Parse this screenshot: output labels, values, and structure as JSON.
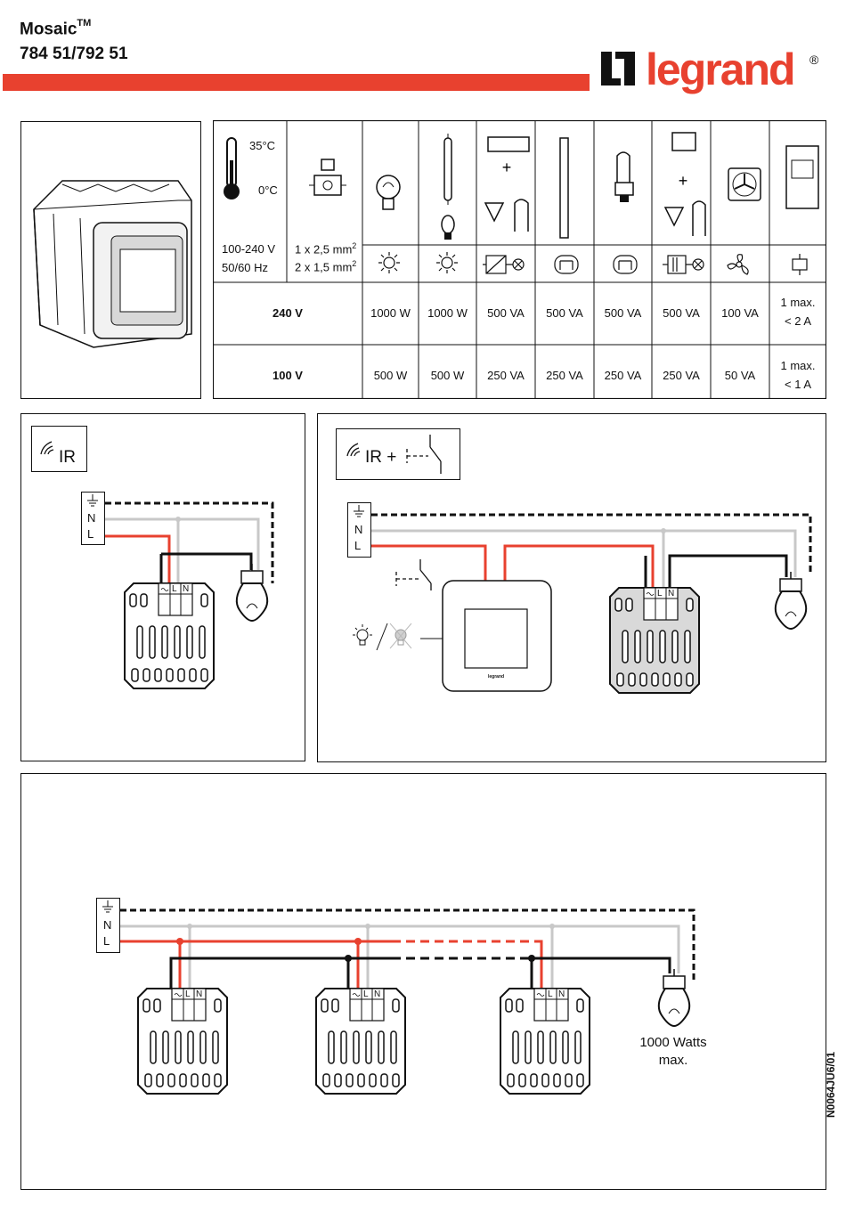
{
  "header": {
    "brand_line": "Mosaic",
    "tm": "TM",
    "product_refs": "784 51/792 51",
    "logo_text": "legrand",
    "registered": "®",
    "accent_color": "#e8412f"
  },
  "spec_table": {
    "temp_high": "35°C",
    "temp_low": "0°C",
    "voltage": "100-240 V",
    "frequency": "50/60 Hz",
    "wire1": "1 x 2,5 mm",
    "wire2": "2 x 1,5 mm",
    "sq": "2",
    "rows": [
      {
        "label": "240 V",
        "values": [
          "1000 W",
          "1000 W",
          "500 VA",
          "500 VA",
          "500 VA",
          "500 VA",
          "100 VA"
        ],
        "last1": "1 max.",
        "last2": "< 2 A"
      },
      {
        "label": "100 V",
        "values": [
          "500 W",
          "500 W",
          "250 VA",
          "250 VA",
          "250 VA",
          "250 VA",
          "50 VA"
        ],
        "last1": "1 max.",
        "last2": "< 1 A"
      }
    ]
  },
  "diagram1": {
    "title": "IR",
    "wires": [
      "N",
      "L"
    ]
  },
  "diagram2": {
    "title": "IR +",
    "wires": [
      "N",
      "L"
    ],
    "device_brand": "legrand"
  },
  "diagram3": {
    "wires": [
      "N",
      "L"
    ],
    "load_line1": "1000 Watts",
    "load_line2": "max."
  },
  "terminal_labels": [
    "L",
    "N"
  ],
  "doc_code": "N0064JU6/01"
}
